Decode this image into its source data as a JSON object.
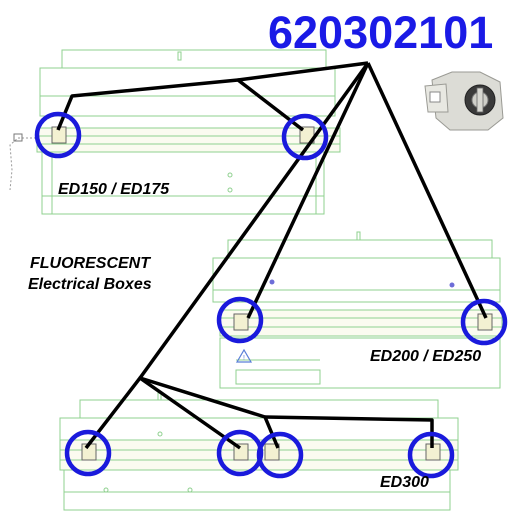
{
  "part_number": "620302101",
  "description_line1": "FLUORESCENT",
  "description_line2": "Electrical Boxes",
  "models": {
    "box1": "ED150 / ED175",
    "box2": "ED200 / ED250",
    "box3": "ED300"
  },
  "colors": {
    "part_number": "#1a1ae6",
    "highlight_circle": "#1a1adc",
    "connector_line": "#000000",
    "drawing_line": "#88cc88",
    "lamp_fill": "#f3f1d2"
  }
}
